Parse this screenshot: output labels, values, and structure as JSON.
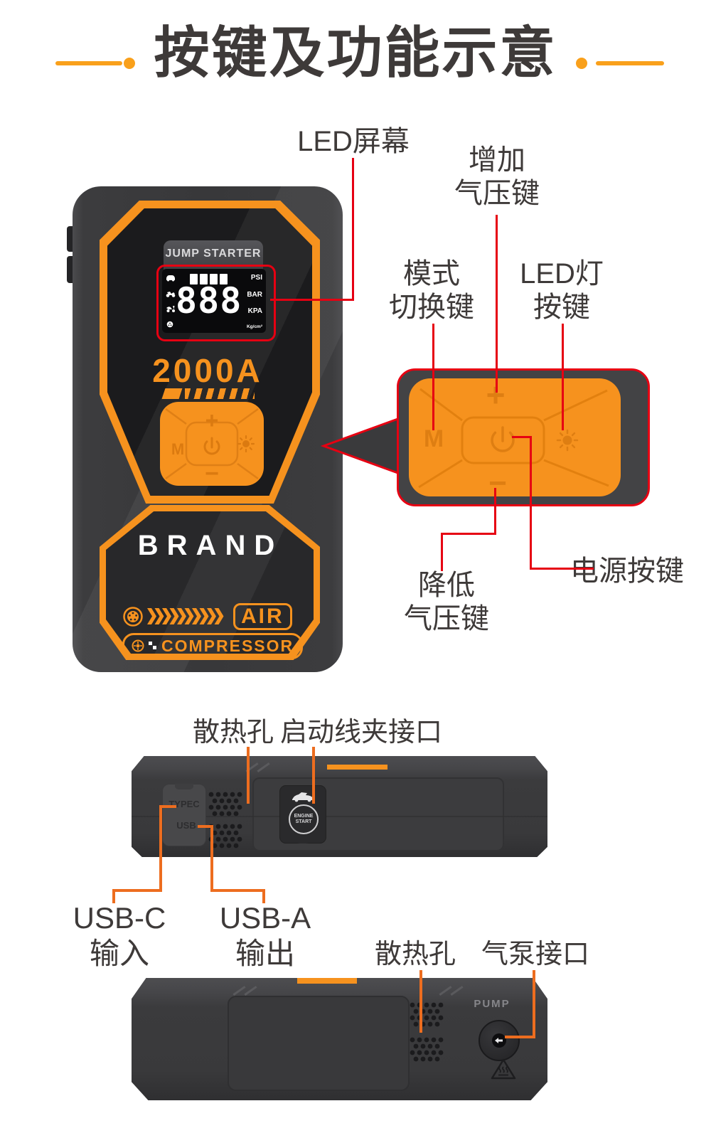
{
  "title": "按键及功能示意",
  "labels": {
    "led_screen": "LED屏幕",
    "increase": [
      "增加",
      "气压键"
    ],
    "mode": [
      "模式",
      "切换键"
    ],
    "led_light": [
      "LED灯",
      "按键"
    ],
    "decrease": [
      "降低",
      "气压键"
    ],
    "power": "电源按键",
    "mid_vent": "散热孔",
    "clamp_port": "启动线夹接口",
    "usb_c": [
      "USB-C",
      "输入"
    ],
    "usb_a": [
      "USB-A",
      "输出"
    ],
    "bottom_vent": "散热孔",
    "pump_port": "气泵接口"
  },
  "front": {
    "screen_title": "JUMP STARTER",
    "lcd": {
      "digits": "888",
      "battery_bars": 4,
      "units": [
        "PSI",
        "BAR",
        "KPA",
        "Kg/cm²"
      ],
      "mode_icons": [
        "car-icon",
        "motorcycle-icon",
        "scooter-icon",
        "ball-icon"
      ]
    },
    "peak_current": "2000A",
    "brand": "BRAND",
    "logo": {
      "air": "AIR",
      "compressor": "COMPRESSOR"
    },
    "pad": {
      "mode": "M",
      "plus": "+",
      "minus": "−"
    }
  },
  "zoom_pad": {
    "mode": "M",
    "plus": "+",
    "minus": "−"
  },
  "side": {
    "typec": "TYPEC",
    "usb": "USB",
    "engine_start_line1": "ENGINE",
    "engine_start_line2": "START"
  },
  "bottom": {
    "pump": "PUMP"
  },
  "colors": {
    "orange": "#F6921E",
    "callout_red": "#E60012",
    "callout_orange": "#ED6D1F",
    "label_text": "#3E3A39"
  }
}
